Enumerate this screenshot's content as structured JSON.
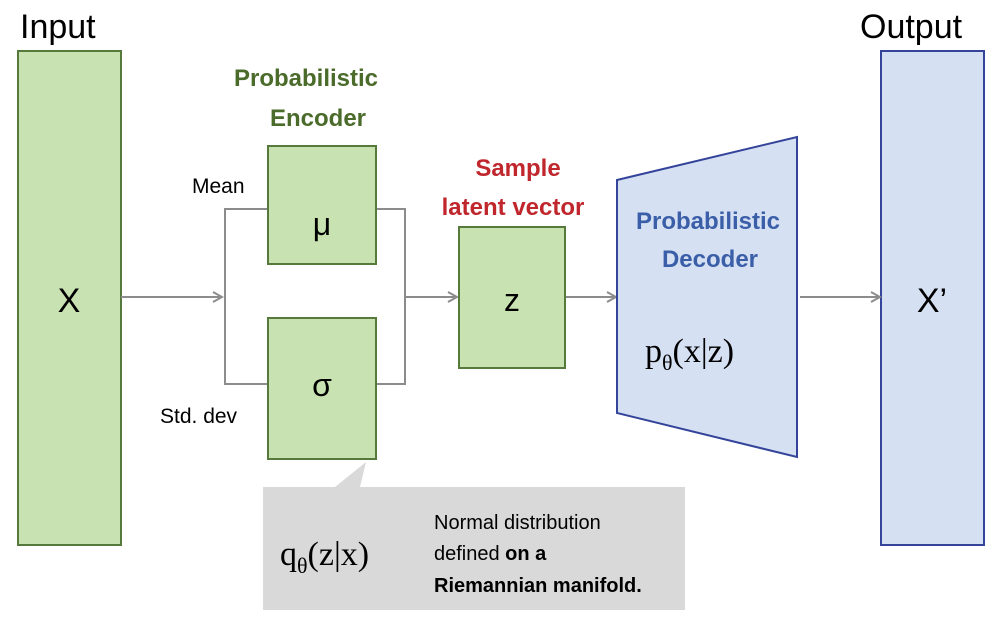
{
  "colors": {
    "green_fill": "#c8e3b1",
    "green_stroke": "#557a3b",
    "blue_fill": "#d6e0f3",
    "blue_stroke": "#33449a",
    "arrow": "#8c8c8c",
    "encoder_title": "#4a6b2a",
    "sample_title": "#c0272d",
    "decoder_title": "#3a5ea8",
    "callout_fill": "#d9d9d9"
  },
  "input": {
    "title": "Input",
    "symbol": "X"
  },
  "output": {
    "title": "Output",
    "symbol": "X’"
  },
  "encoder": {
    "title_line1": "Probabilistic",
    "title_line2": "Encoder",
    "mean_label": "Mean",
    "std_label": "Std. dev",
    "mu_symbol": "μ",
    "sigma_symbol": "σ"
  },
  "sample": {
    "title_line1": "Sample",
    "title_line2": "latent vector",
    "symbol": "z"
  },
  "decoder": {
    "title_line1": "Probabilistic",
    "title_line2": "Decoder",
    "formula_main": "p",
    "formula_sub": "θ",
    "formula_rest": "(x|z)"
  },
  "callout": {
    "formula_main": "q",
    "formula_sub": "θ",
    "formula_rest": "(z|x)",
    "note_line1": "Normal distribution",
    "note_line2_plain": "defined ",
    "note_line2_bold": "on a",
    "note_line3": "Riemannian manifold."
  }
}
